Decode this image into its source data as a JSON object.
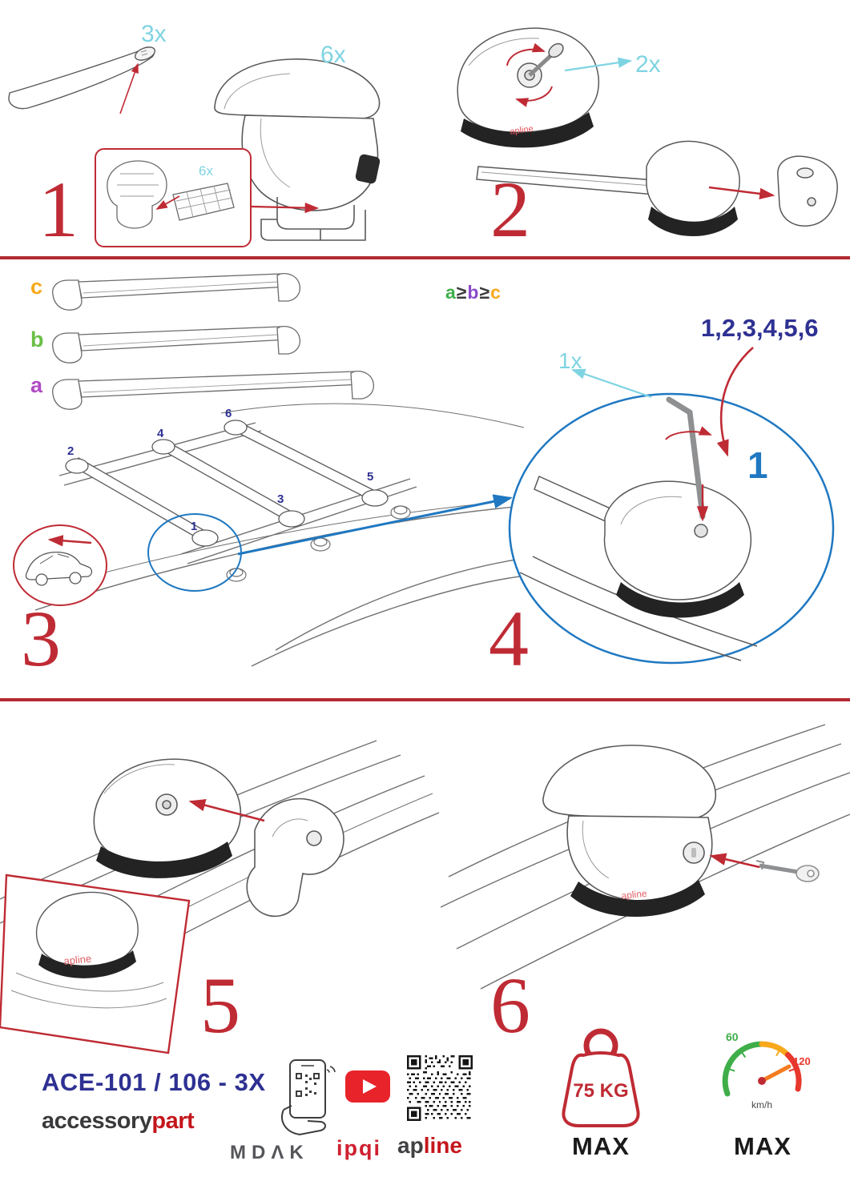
{
  "colors": {
    "accent_red": "#bf2b34",
    "brand_red": "#c4161c",
    "cyan": "#7fd4e2",
    "navy": "#2e3192",
    "blue": "#1f78c1",
    "orange": "#f7a81b",
    "green": "#3fae49",
    "magenta": "#b14ac6"
  },
  "step1": {
    "number": "1",
    "bar_qty": "3x",
    "foot_qty": "6x",
    "pad_qty": "6x"
  },
  "step2": {
    "number": "2",
    "key_qty": "2x",
    "brand": "apline"
  },
  "step3": {
    "number": "3",
    "bar_c": "c",
    "bar_b": "b",
    "bar_a": "a",
    "pos": {
      "p1": "1",
      "p2": "2",
      "p3": "3",
      "p4": "4",
      "p5": "5",
      "p6": "6"
    }
  },
  "step4": {
    "number": "4",
    "rule_a": "a",
    "rule_gte1": "≥",
    "rule_b": "b",
    "rule_gte2": "≥",
    "rule_c": "c",
    "sequence": "1,2,3,4,5,6",
    "tool_qty": "1x",
    "first_pos": "1"
  },
  "step5": {
    "number": "5",
    "brand": "apline"
  },
  "step6": {
    "number": "6",
    "brand": "apline"
  },
  "footer": {
    "model": "ACE-101 / 106 - 3X",
    "brand_part1": "accessory",
    "brand_part2": "part",
    "mdak": "MDΛK",
    "ipqi": "ipqi",
    "apline1": "ap",
    "apline2": "line",
    "weight_value": "75 KG",
    "weight_max": "MAX",
    "speed_low": "60",
    "speed_high": "120",
    "speed_unit": "km/h",
    "speed_max": "MAX"
  }
}
